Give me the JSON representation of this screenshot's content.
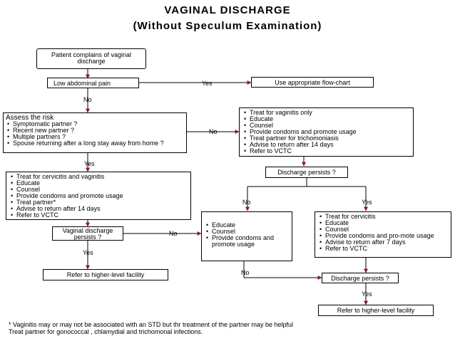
{
  "title": "VAGINAL  DISCHARGE",
  "subtitle": "(Without  Speculum  Examination)",
  "nodes": {
    "start": "Patient complains of vaginal discharge",
    "abdominal_pain": "Low abdominal pain",
    "appropriate_flowchart": "Use appropriate flow-chart",
    "risk_title": "Assess the risk",
    "risk_items": [
      "Symptomatic partner ?",
      "Recent new partner ?",
      "Multiple partners ?"
    ],
    "risk_last": "Spouse returning  after a long stay away from home ?",
    "vaginitis_items": [
      "Treat for vaginitis only",
      "Educate",
      "Counsel",
      "Provide condoms and promote usage",
      "Treat partner for trichomoniasis",
      "Advise to return after 14 days",
      "Refer to VCTC"
    ],
    "cervicitis_items": [
      "Treat for cervicitis and vaginitis",
      "Educate",
      "Counsel",
      "Provide condoms and promote usage",
      "Treat partner*",
      "Advise to return after 14 days",
      "Refer to VCTC"
    ],
    "vaginal_discharge_persists": "Vaginal discharge persists ?",
    "discharge_persists_1": "Discharge persists ?",
    "educate_items": [
      "Educate",
      "Counsel",
      "Provide condoms and promote usage"
    ],
    "cervicitis2_items": [
      "Treat for cervicitis",
      "Educate",
      "Counsel",
      "Provide condoms and   pro-mote usage",
      "Advise to return after 7 days",
      "Refer to VCTC"
    ],
    "refer_left": "Refer to higher-level facility",
    "discharge_persists_2": "Discharge persists ?",
    "refer_right": "Refer to higher-level facility"
  },
  "edge_labels": {
    "yes_pain": "Yes",
    "no_pain": "No",
    "no_risk": "No",
    "yes_risk": "Yes",
    "no_persists1": "No",
    "yes_persists1": "Yes",
    "no_vaginal": "No",
    "yes_vaginal": "Yes",
    "no_educate": "No",
    "yes_persists2": "Yes"
  },
  "footnote": {
    "line1": "* Vaginitis may or may not be associated with an STD but thr treatment of the partner may be helpful",
    "line2": "Treat partner for gonococcal , chlamydial and trichomonal infections."
  },
  "colors": {
    "arrow": "#8b1a1a",
    "line": "#000000"
  }
}
